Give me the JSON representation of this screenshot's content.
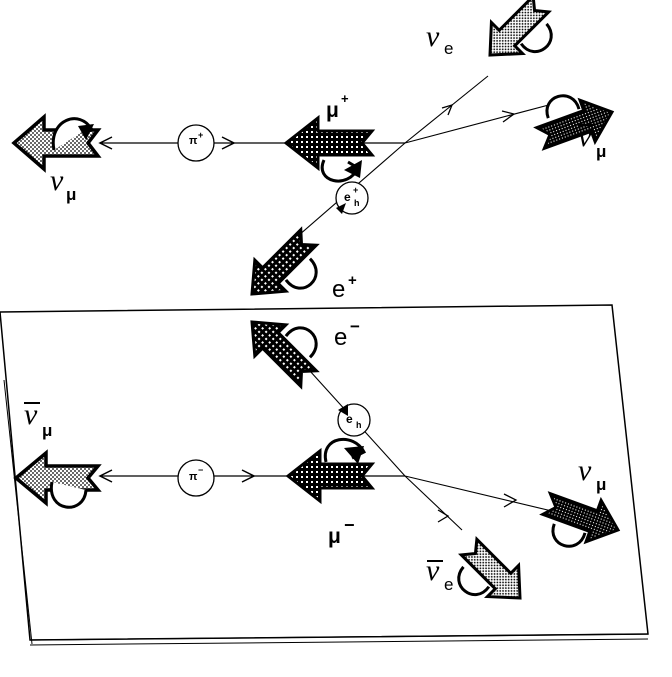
{
  "top": {
    "pion": {
      "symbol": "π",
      "charge": "+"
    },
    "muon": {
      "symbol": "μ",
      "charge": "+"
    },
    "muon_neutrino": {
      "symbol": "ν",
      "sub": "μ"
    },
    "electron_neutrino": {
      "symbol": "ν",
      "sub": "e"
    },
    "muon_antineutrino": {
      "symbol": "ν",
      "sub": "μ"
    },
    "electron_node": {
      "symbol": "e",
      "sup": "+",
      "sub": "h"
    },
    "positron": {
      "symbol": "e",
      "charge": "+"
    }
  },
  "bottom": {
    "pion": {
      "symbol": "π",
      "charge": "−"
    },
    "muon": {
      "symbol": "μ",
      "charge": "−"
    },
    "muon_antineutrino": {
      "symbol": "ν",
      "sub": "μ"
    },
    "muon_neutrino": {
      "symbol": "ν",
      "sub": "μ"
    },
    "electron_antineutrino": {
      "symbol": "ν",
      "sub": "e"
    },
    "electron_node": {
      "symbol": "e",
      "sub": "h"
    },
    "electron": {
      "symbol": "e",
      "charge": "−"
    }
  },
  "colors": {
    "ink": "#000000",
    "paper": "#ffffff",
    "hatch_light": "#9a9a9a"
  }
}
